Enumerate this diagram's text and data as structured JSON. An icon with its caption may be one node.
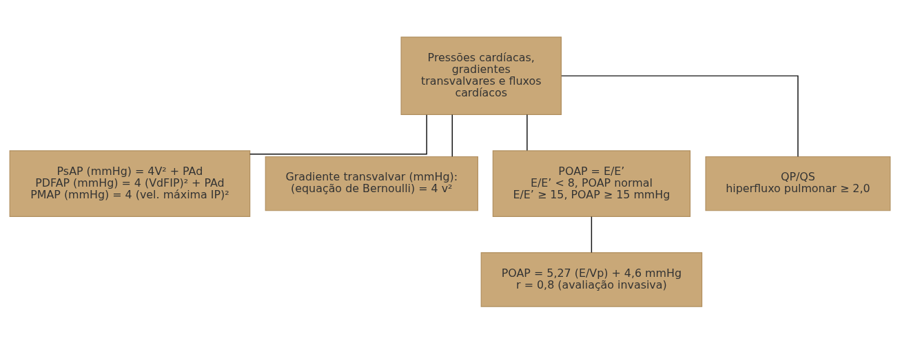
{
  "diagram": {
    "nodes": [
      {
        "text": [
          "Pressões cardíacas, gradientes transvalvares e fluxos cardíacos"
        ]
      },
      {
        "text": [
          "PsAP (mmHg) = 4V² + PAd",
          "PDFAP (mmHg) = 4 (VdFIP)² + PAd",
          "PMAP (mmHg) = 4 (vel. máxima IP)²"
        ]
      },
      {
        "text": [
          "Gradiente transvalvar (mmHg):",
          "(equação de Bernoulli) = 4 v²"
        ]
      },
      {
        "text": [
          "POAP = E/E’",
          "E/E’ < 8, POAP normal",
          "E/E’ ≥ 15, POAP ≥ 15 mmHg"
        ]
      },
      {
        "text": [
          "QP/QS",
          "hiperfluxo pulmonar ≥ 2,0"
        ]
      },
      {
        "text": [
          "POAP = 5,27 (E/Vp) + 4,6 mmHg",
          "r = 0,8 (avaliação invasiva)"
        ]
      }
    ],
    "edges": [
      {
        "from": 0,
        "to": 1,
        "arrow": "none"
      },
      {
        "from": 0,
        "to": 2,
        "arrow": "none"
      },
      {
        "from": 0,
        "to": 3,
        "arrow": "none"
      },
      {
        "from": 0,
        "to": 4,
        "arrow": "none"
      },
      {
        "from": 3,
        "to": 5,
        "arrow": "none"
      }
    ]
  }
}
